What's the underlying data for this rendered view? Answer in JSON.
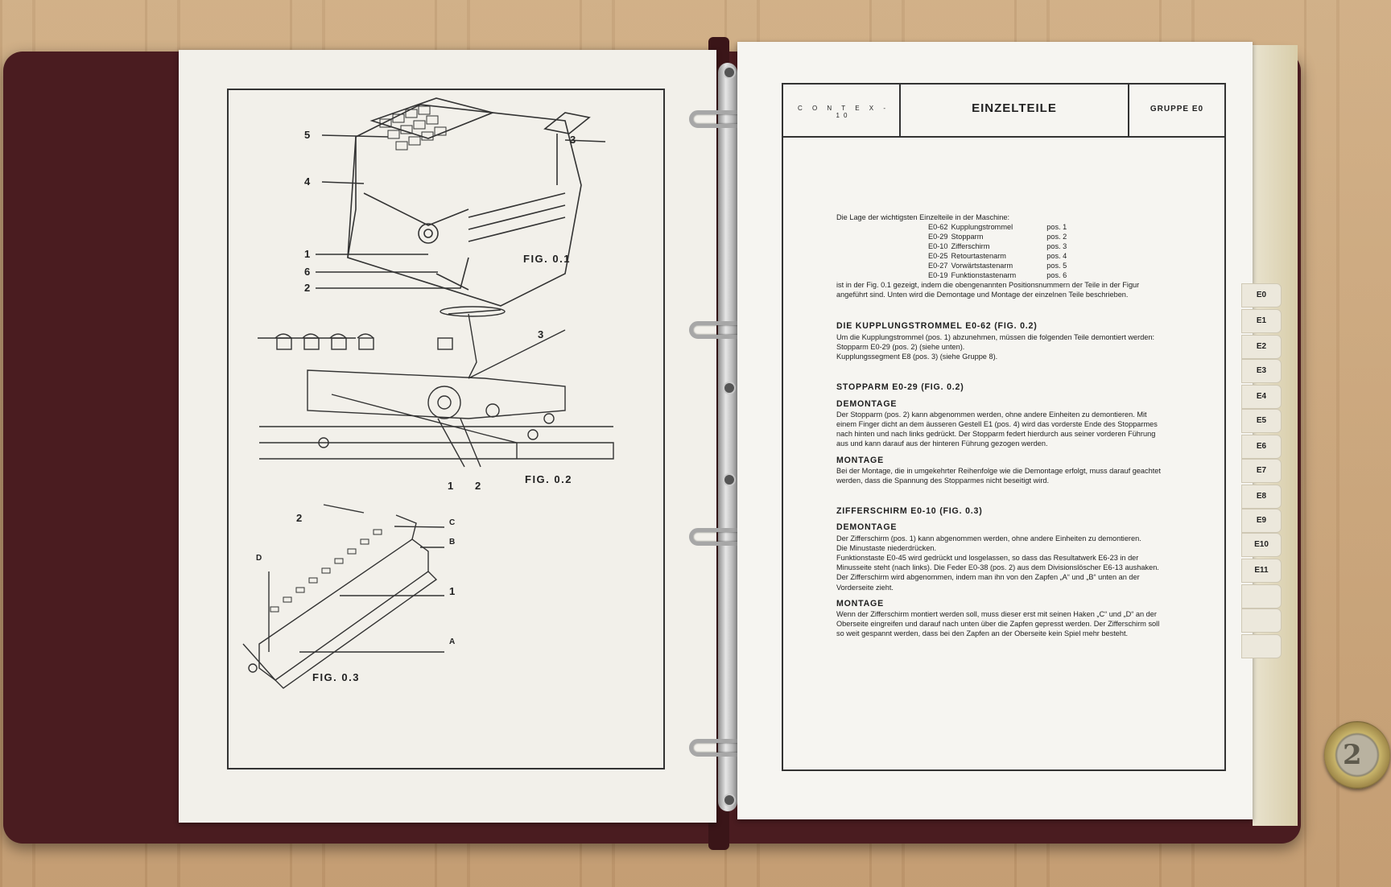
{
  "left_page": {
    "figures": [
      {
        "label": "FIG. 0.1",
        "callouts": [
          "5",
          "4",
          "1",
          "6",
          "2",
          "3"
        ]
      },
      {
        "label": "FIG. 0.2",
        "callouts": [
          "3",
          "1",
          "2"
        ]
      },
      {
        "label": "FIG. 0.3",
        "callouts": [
          "2",
          "C",
          "B",
          "D",
          "1",
          "A"
        ]
      }
    ]
  },
  "right_page": {
    "header": {
      "brand": "C O N T E X - 10",
      "title": "EINZELTEILE",
      "group": "GRUPPE E0"
    },
    "intro": "Die Lage der wichtigsten Einzelteile in der Maschine:",
    "parts": [
      {
        "code": "E0-62",
        "name": "Kupplungstrommel",
        "pos": "pos. 1"
      },
      {
        "code": "E0-29",
        "name": "Stopparm",
        "pos": "pos. 2"
      },
      {
        "code": "E0-10",
        "name": "Zifferschirm",
        "pos": "pos. 3"
      },
      {
        "code": "E0-25",
        "name": "Retourtastenarm",
        "pos": "pos. 4"
      },
      {
        "code": "E0-27",
        "name": "Vorwärtstastenarm",
        "pos": "pos. 5"
      },
      {
        "code": "E0-19",
        "name": "Funktionstastenarm",
        "pos": "pos. 6"
      }
    ],
    "intro_after": "ist in der Fig. 0.1 gezeigt, indem die obengenannten Positionsnummern der Teile in der Figur angeführt sind. Unten wird die Demontage und Montage der einzelnen Teile beschrieben.",
    "sections": [
      {
        "heading": "DIE KUPPLUNGSTROMMEL E0-62 (FIG. 0.2)",
        "lines": [
          "Um die Kupplungstrommel (pos. 1) abzunehmen, müssen die folgenden Teile demontiert werden:",
          "Stopparm E0-29 (pos. 2) (siehe unten).",
          "Kupplungssegment E8 (pos. 3) (siehe Gruppe 8)."
        ]
      },
      {
        "heading": "STOPPARM E0-29 (FIG. 0.2)",
        "demontage_heading": "DEMONTAGE",
        "demontage": "Der Stopparm (pos. 2) kann abgenommen werden, ohne andere Einheiten zu demontieren. Mit einem Finger dicht an dem äusseren Gestell E1 (pos. 4) wird das vorderste Ende des Stopparmes nach hinten und nach links gedrückt. Der Stopparm federt hierdurch aus seiner vorderen Führung aus und kann darauf aus der hinteren Führung gezogen werden.",
        "montage_heading": "MONTAGE",
        "montage": "Bei der Montage, die in umgekehrter Reihenfolge wie die Demontage erfolgt, muss darauf geachtet werden, dass die Spannung des Stopparmes nicht beseitigt wird."
      },
      {
        "heading": "ZIFFERSCHIRM E0-10 (FIG. 0.3)",
        "demontage_heading": "DEMONTAGE",
        "demontage_lines": [
          "Der Zifferschirm (pos. 1) kann abgenommen werden, ohne andere Einheiten zu demontieren.",
          "Die Minustaste niederdrücken.",
          "Funktionstaste E0-45 wird gedrückt und losgelassen, so dass das Resultatwerk E6-23 in der Minusseite steht (nach links). Die Feder E0-38 (pos. 2) aus dem Divisionslöscher E6-13 aushaken. Der Zifferschirm wird abgenommen, indem man ihn von den Zapfen „A“ und „B“ unten an der Vorderseite zieht."
        ],
        "montage_heading": "MONTAGE",
        "montage": "Wenn der Zifferschirm montiert werden soll, muss dieser erst mit seinen Haken „C“ und „D“ an der Oberseite eingreifen und darauf nach unten über die Zapfen gepresst werden. Der Zifferschirm soll so weit gespannt werden, dass bei den Zapfen an der Oberseite kein Spiel mehr besteht."
      }
    ]
  },
  "tabs": [
    "E0",
    "E1",
    "E2",
    "E3",
    "E4",
    "E5",
    "E6",
    "E7",
    "E8",
    "E9",
    "E10",
    "E11"
  ],
  "coin": {
    "denomination": "2"
  },
  "colors": {
    "binder": "#4a1c20",
    "page": "#f6f5f1",
    "wood": "#c9a57c",
    "ink": "#222222"
  }
}
